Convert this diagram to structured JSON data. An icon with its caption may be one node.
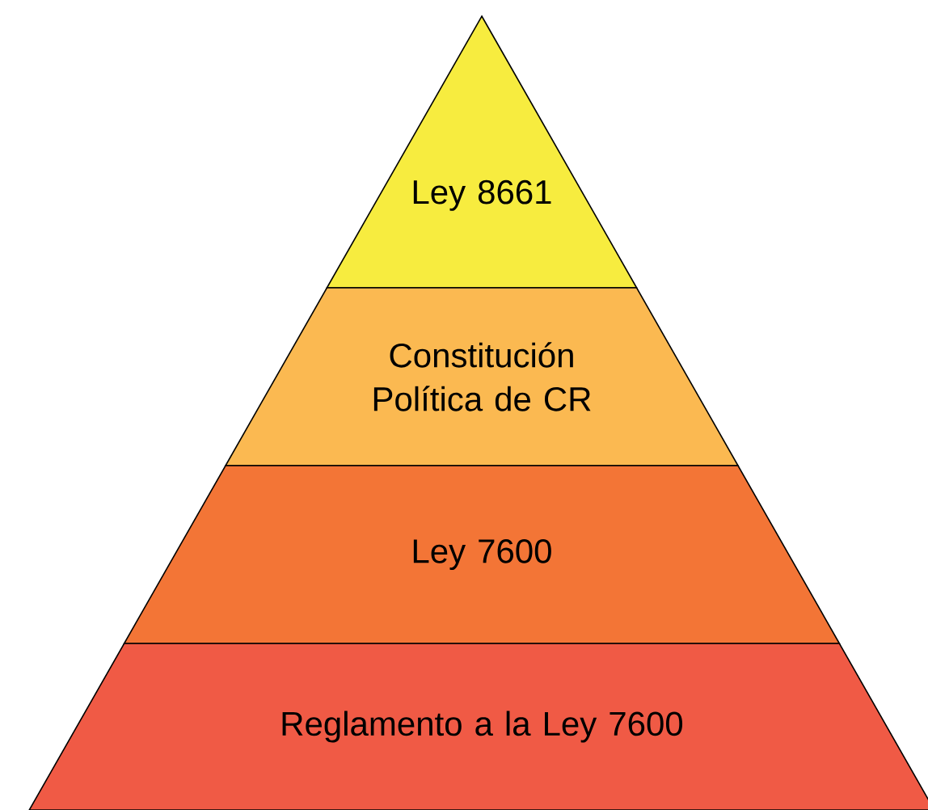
{
  "diagram": {
    "nodes": [
      {
        "text": [
          "Ley 8661"
        ]
      },
      {
        "text": [
          "Constitución Política de CR"
        ]
      },
      {
        "text": [
          "Ley 7600"
        ]
      },
      {
        "text": [
          "Reglamento a la Ley 7600"
        ]
      }
    ]
  }
}
